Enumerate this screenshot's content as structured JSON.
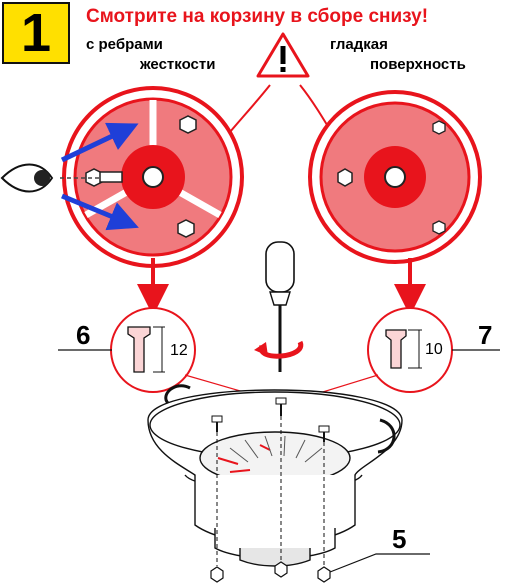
{
  "step": {
    "number": "1"
  },
  "headline": "Смотрите на корзину в сборе снизу!",
  "left_caption": {
    "line1": "с ребрами",
    "line2": "жесткости"
  },
  "right_caption": {
    "line1": "гладкая",
    "line2": "поверхность"
  },
  "callouts": {
    "left_part": "6",
    "right_part": "7",
    "bottom_part": "5"
  },
  "dimensions": {
    "left_pin": "12",
    "right_pin": "10"
  },
  "colors": {
    "accent": "#e8141c",
    "badge": "#ffe000",
    "arrow": "#1f3fd8"
  },
  "icons": [
    "warning-icon",
    "eye-icon",
    "screwdriver-icon",
    "rotation-arrow-icon"
  ]
}
